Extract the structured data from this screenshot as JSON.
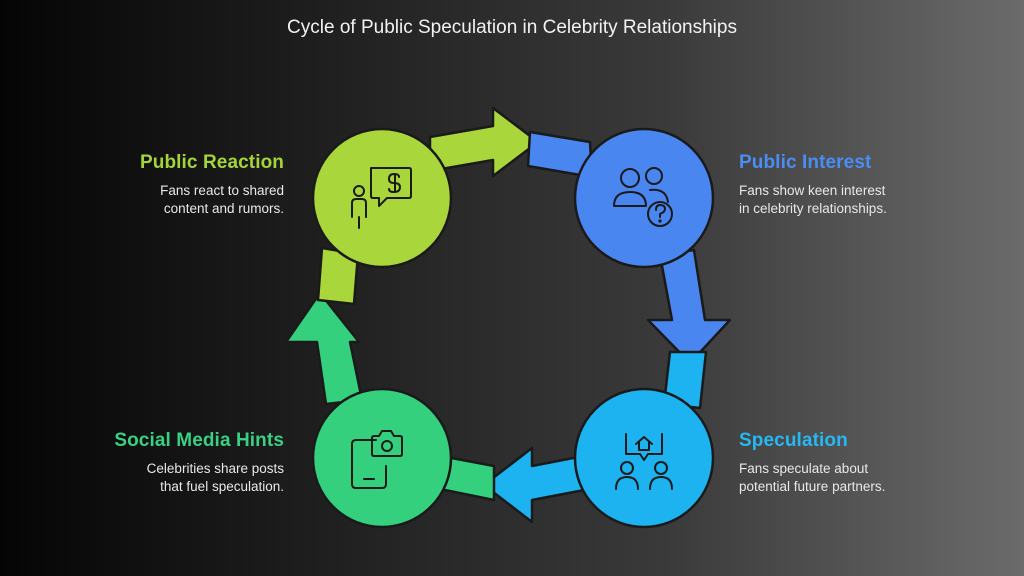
{
  "title": "Cycle of Public Speculation in Celebrity Relationships",
  "colors": {
    "public_reaction": "#a8d63b",
    "public_interest": "#4a86f0",
    "speculation": "#1cb3f0",
    "social_media_hints": "#35d07e"
  },
  "stages": {
    "public_reaction": {
      "title": "Public Reaction",
      "description": [
        "Fans react to shared",
        "content and rumors."
      ],
      "icon": "person-speech-dollar-icon"
    },
    "public_interest": {
      "title": "Public Interest",
      "description": [
        "Fans show keen interest",
        "in celebrity relationships."
      ],
      "icon": "people-question-icon"
    },
    "speculation": {
      "title": "Speculation",
      "description": [
        "Fans speculate about",
        "potential future partners."
      ],
      "icon": "people-house-speech-icon"
    },
    "social_media_hints": {
      "title": "Social Media Hints",
      "description": [
        "Celebrities share posts",
        "that fuel speculation."
      ],
      "icon": "phone-camera-icon"
    }
  }
}
